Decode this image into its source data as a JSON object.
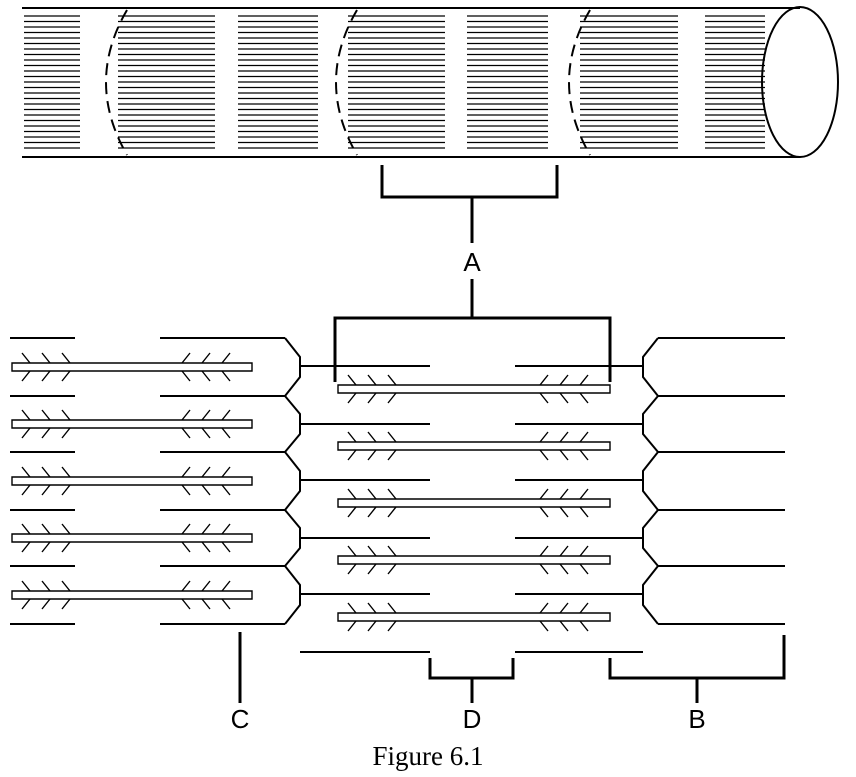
{
  "labels": {
    "a": "A",
    "b": "B",
    "c": "C",
    "d": "D"
  },
  "caption": "Figure 6.1"
}
